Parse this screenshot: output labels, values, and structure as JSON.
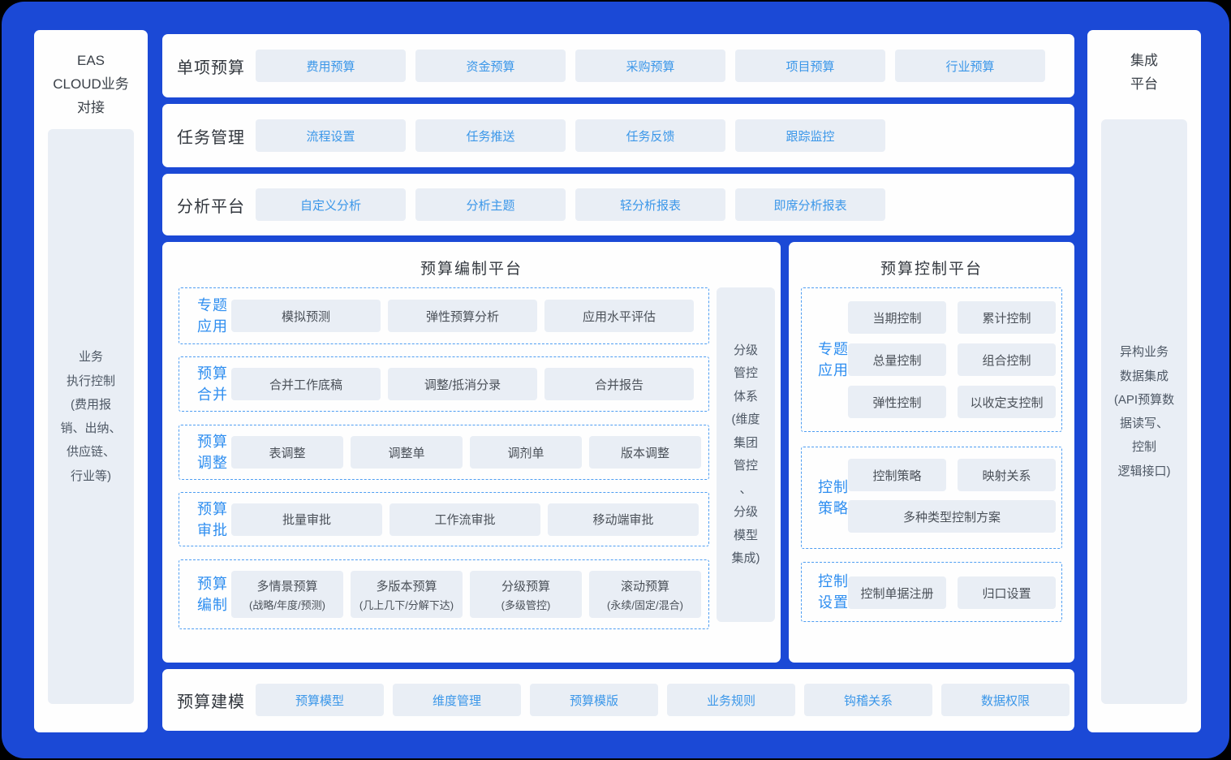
{
  "colors": {
    "background_blue": "#1b49d6",
    "chip_background": "#e9eef5",
    "chip_text_blue": "#3b97e9",
    "chip_text_dark": "#4a5058",
    "group_label_blue": "#2e8ef0",
    "dashed_border": "#4f9ef2"
  },
  "sidebar_left": {
    "title": "EAS\nCLOUD业务\n对接",
    "box": "业务\n执行控制\n(费用报\n销、出纳、\n供应链、\n行业等)"
  },
  "sidebar_right": {
    "title": "集成\n平台",
    "box": "异构业务\n数据集成\n(API预算数\n据读写、\n控制\n逻辑接口)"
  },
  "rows": [
    {
      "label": "单项预算",
      "items": [
        "费用预算",
        "资金预算",
        "采购预算",
        "项目预算",
        "行业预算"
      ]
    },
    {
      "label": "任务管理",
      "items": [
        "流程设置",
        "任务推送",
        "任务反馈",
        "跟踪监控"
      ]
    },
    {
      "label": "分析平台",
      "items": [
        "自定义分析",
        "分析主题",
        "轻分析报表",
        "即席分析报表"
      ]
    }
  ],
  "compile": {
    "title": "预算编制平台",
    "side_box": "分级\n管控\n体系\n(维度\n集团\n管控\n、\n分级\n模型\n集成)",
    "groups": [
      {
        "label": "专题应用",
        "items": [
          "模拟预测",
          "弹性预算分析",
          "应用水平评估"
        ]
      },
      {
        "label": "预算合并",
        "items": [
          "合并工作底稿",
          "调整/抵消分录",
          "合并报告"
        ]
      },
      {
        "label": "预算调整",
        "items": [
          "表调整",
          "调整单",
          "调剂单",
          "版本调整"
        ]
      },
      {
        "label": "预算审批",
        "items": [
          "批量审批",
          "工作流审批",
          "移动端审批"
        ]
      },
      {
        "label": "预算编制",
        "items": [
          {
            "main": "多情景预算",
            "sub": "(战略/年度/预测)"
          },
          {
            "main": "多版本预算",
            "sub": "(几上几下/分解下达)"
          },
          {
            "main": "分级预算",
            "sub": "(多级管控)"
          },
          {
            "main": "滚动预算",
            "sub": "(永续/固定/混合)"
          }
        ]
      }
    ]
  },
  "control": {
    "title": "预算控制平台",
    "groups": [
      {
        "label": "专题应用",
        "items": [
          "当期控制",
          "累计控制",
          "总量控制",
          "组合控制",
          "弹性控制",
          "以收定支控制"
        ]
      },
      {
        "label": "控制策略",
        "items": [
          "控制策略",
          "映射关系"
        ],
        "wide_item": "多种类型控制方案"
      },
      {
        "label": "控制设置",
        "items": [
          "控制单据注册",
          "归口设置"
        ]
      }
    ]
  },
  "bottom": {
    "label": "预算建模",
    "items": [
      "预算模型",
      "维度管理",
      "预算模版",
      "业务规则",
      "钩稽关系",
      "数据权限"
    ]
  }
}
